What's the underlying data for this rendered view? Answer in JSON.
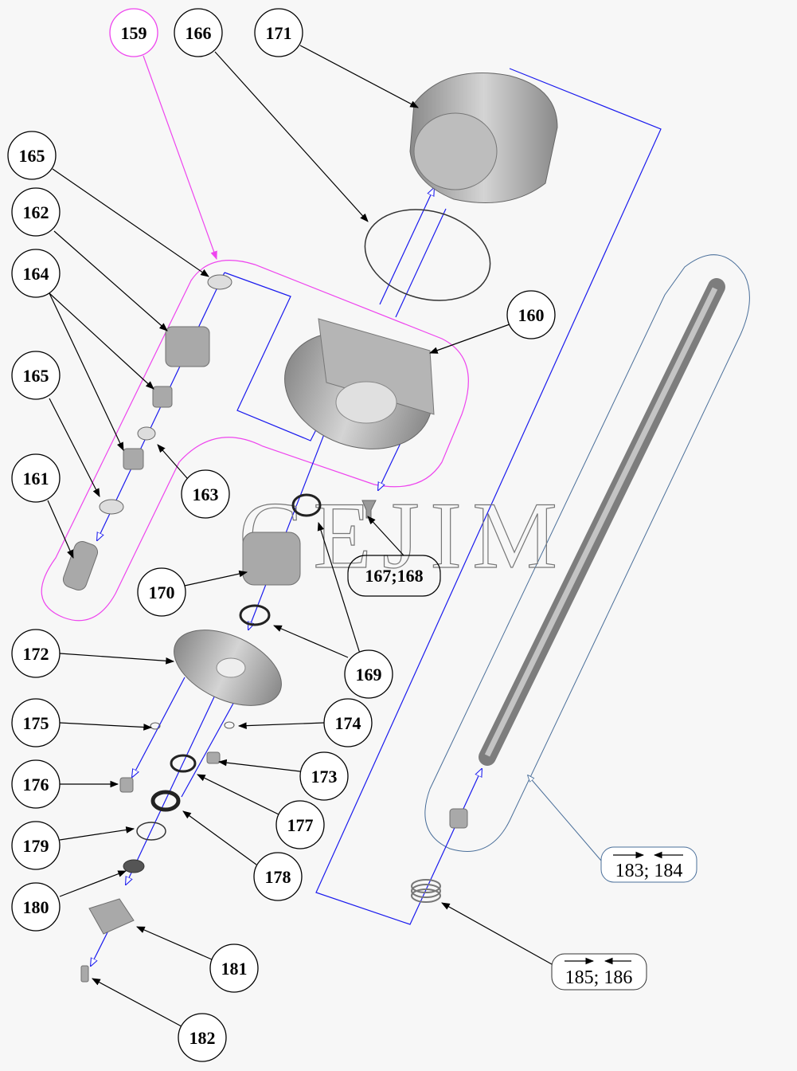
{
  "watermark": "CEJIM",
  "callouts": {
    "c159": "159",
    "c166": "166",
    "c171": "171",
    "c165a": "165",
    "c162": "162",
    "c164": "164",
    "c165b": "165",
    "c161": "161",
    "c163": "163",
    "c160": "160",
    "c170": "170",
    "c169": "169",
    "c172": "172",
    "c175": "175",
    "c174": "174",
    "c176": "176",
    "c173": "173",
    "c177": "177",
    "c179": "179",
    "c178": "178",
    "c180": "180",
    "c181": "181",
    "c182": "182"
  },
  "boxes": {
    "b167": "167;168",
    "b183": "183; 184",
    "b185": "185; 186"
  },
  "colors": {
    "group_outline": "#ee44ee",
    "assembly_line": "#1a1aee",
    "shaft_outline": "#4a6f9a"
  }
}
